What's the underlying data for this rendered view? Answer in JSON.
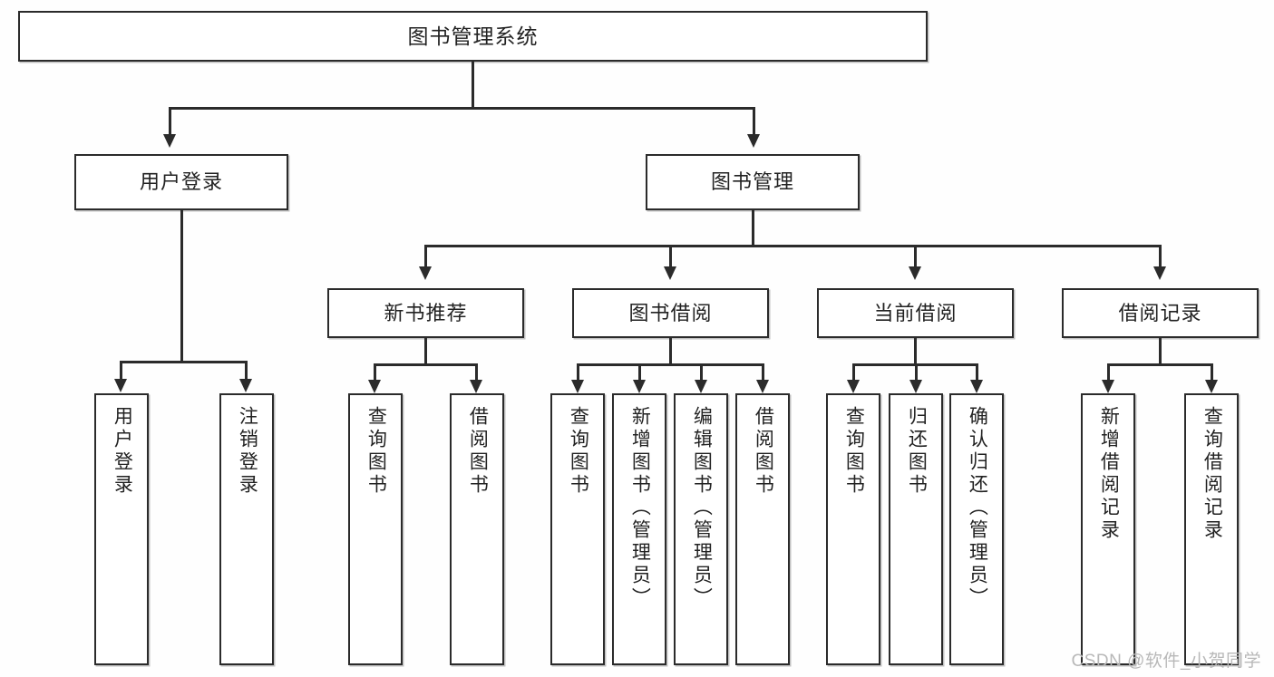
{
  "diagram": {
    "type": "tree-hierarchy",
    "title": "图书管理系统",
    "root": {
      "label": "图书管理系统"
    },
    "level2": [
      {
        "label": "用户登录"
      },
      {
        "label": "图书管理"
      }
    ],
    "level3": [
      {
        "label": "新书推荐"
      },
      {
        "label": "图书借阅"
      },
      {
        "label": "当前借阅"
      },
      {
        "label": "借阅记录"
      }
    ],
    "leaves": {
      "user_login": [
        {
          "label": "用户登录"
        },
        {
          "label": "注销登录"
        }
      ],
      "new_book_recommend": [
        {
          "label": "查询图书"
        },
        {
          "label": "借阅图书"
        }
      ],
      "book_borrow": [
        {
          "label": "查询图书"
        },
        {
          "label": "新增图书（管理员）"
        },
        {
          "label": "编辑图书（管理员）"
        },
        {
          "label": "借阅图书"
        }
      ],
      "current_borrow": [
        {
          "label": "查询图书"
        },
        {
          "label": "归还图书"
        },
        {
          "label": "确认归还（管理员）"
        }
      ],
      "borrow_record": [
        {
          "label": "新增借阅记录"
        },
        {
          "label": "查询借阅记录"
        }
      ]
    }
  },
  "watermark": {
    "text": "CSDN @软件_小贺同学"
  },
  "colors": {
    "stroke": "#2b2b2b",
    "fill": "#ffffff",
    "text": "#222222",
    "watermark": "#b8b8b8",
    "background": "#fefefe"
  }
}
